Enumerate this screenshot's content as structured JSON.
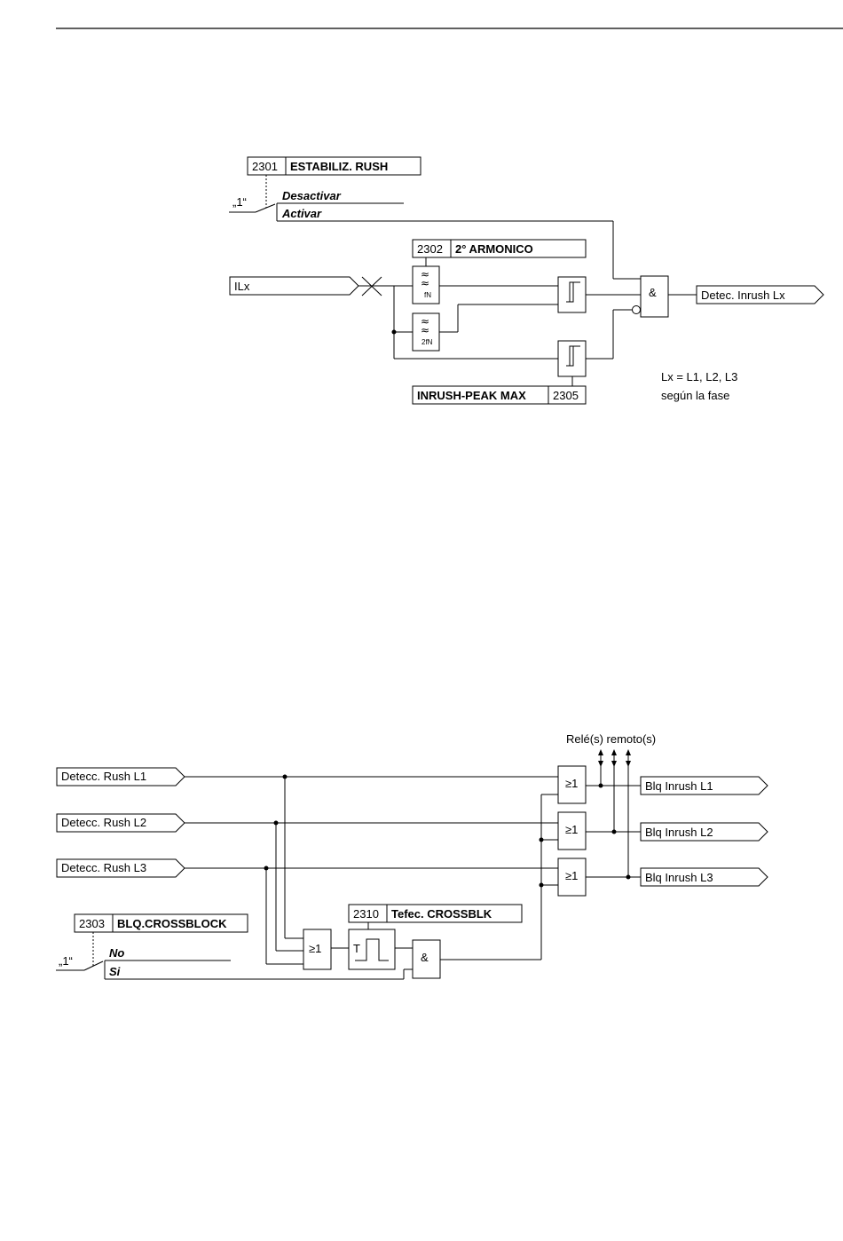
{
  "diagram1": {
    "param_2301": {
      "number": "2301",
      "name": "ESTABILIZ. RUSH"
    },
    "logic_one": "„1“",
    "opt_desactivar": "Desactivar",
    "opt_activar": "Activar",
    "param_2302": {
      "number": "2302",
      "name": "2° ARMONICO"
    },
    "input": "ILx",
    "filter_fn": "fN",
    "filter_2fn": "2fN",
    "param_2305": {
      "number": "2305",
      "name": "INRUSH-PEAK MAX"
    },
    "and_gate": "&",
    "output": "Detec. Inrush Lx",
    "note_line1": "Lx = L1, L2, L3",
    "note_line2": "según la fase"
  },
  "diagram2": {
    "remote_label": "Relé(s) remoto(s)",
    "inputs": [
      "Detecc. Rush L1",
      "Detecc. Rush L2",
      "Detecc. Rush L3"
    ],
    "or_gate": "≥1",
    "outputs": [
      "Blq Inrush L1",
      "Blq Inrush L2",
      "Blq Inrush L3"
    ],
    "param_2303": {
      "number": "2303",
      "name": "BLQ.CROSSBLOCK"
    },
    "logic_one": "„1“",
    "opt_no": "No",
    "opt_si": "Si",
    "param_2310": {
      "number": "2310",
      "name": "Tefec. CROSSBLK"
    },
    "timer_label": "T",
    "and_gate": "&"
  }
}
